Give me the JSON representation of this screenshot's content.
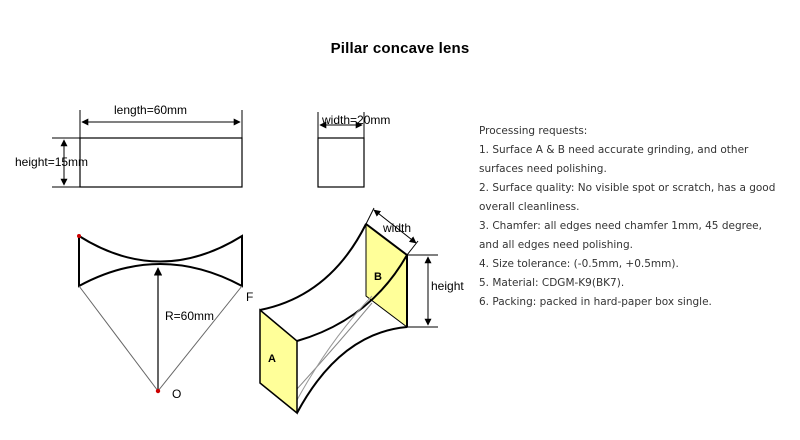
{
  "title": "Pillar concave lens",
  "front_view": {
    "length_label": "length=60mm",
    "height_label": "height=15mm"
  },
  "side_view": {
    "width_label": "width=20mm"
  },
  "profile_view": {
    "radius_label": "R=60mm",
    "point_f": "F",
    "point_o": "O"
  },
  "iso_view": {
    "width_label": "width",
    "height_label": "height",
    "face_a": "A",
    "face_b": "B"
  },
  "colors": {
    "face_fill": "#ffff99",
    "point": "#cc0000"
  },
  "requests": {
    "heading": "Processing requests:",
    "items": [
      "1. Surface A & B need accurate grinding, and other surfaces need polishing.",
      "2. Surface quality: No visible spot or scratch, has a good overall cleanliness.",
      "3. Chamfer: all edges need chamfer 1mm, 45 degree, and all edges need polishing.",
      "4. Size tolerance: (-0.5mm, +0.5mm).",
      "5. Material: CDGM-K9(BK7).",
      "6. Packing: packed in hard-paper box single."
    ]
  }
}
